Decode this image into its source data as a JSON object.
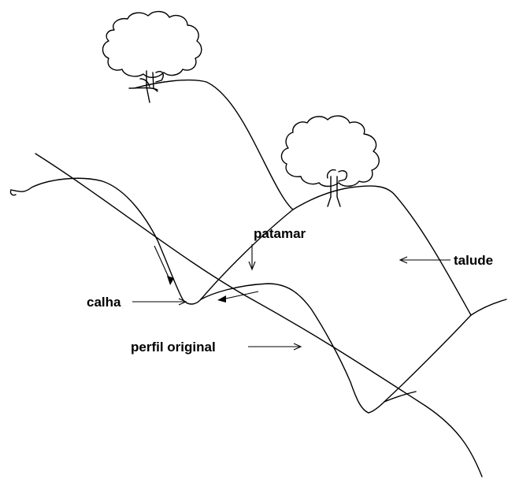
{
  "labels": {
    "patamar": "patamar",
    "talude": "talude",
    "calha": "calha",
    "perfil_original": "perfil original"
  },
  "colors": {
    "line": "#000000",
    "background": "#ffffff"
  }
}
